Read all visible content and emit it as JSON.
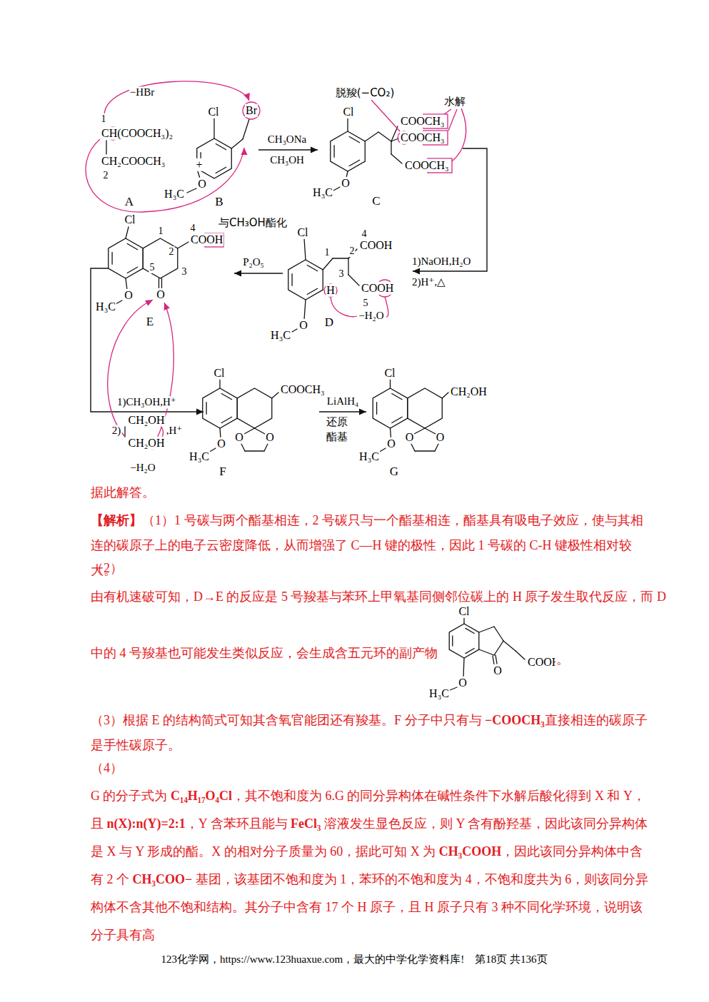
{
  "diagram": {
    "labels": [
      "−HBr",
      "1",
      "CH(COOCH₃)₂",
      "CH₂COOCH₃",
      "2",
      "A",
      "+",
      "Cl",
      "Br",
      "H₃C",
      "O",
      "B",
      "CH₃ONa",
      "CH₃OH",
      "脱羧(−CO₂)",
      "水解",
      "Cl",
      "COOCH₃",
      "COOCH₃",
      "COOCH₃",
      "H₃C",
      "O",
      "C",
      "1)NaOH,H₂O",
      "2)H⁺,△",
      "Cl",
      "1",
      "2",
      "4",
      "COOH",
      "3",
      "H",
      "COOH",
      "5",
      "−H₂O",
      "H₃C",
      "O",
      "D",
      "P₂O₅",
      "Cl",
      "1",
      "2",
      "4",
      "COOH",
      "与CH₃OH酯化",
      "5",
      "3",
      "O",
      "H₃C",
      "O",
      "E",
      "1)CH₃OH,H⁺",
      "CH₂OH",
      "2)",
      "CH₂OH",
      ",H⁺",
      "−H₂O",
      "Cl",
      "COOCH₃",
      "H₃C",
      "O",
      "O",
      "O",
      "F",
      "LiAlH₄",
      "还原",
      "酯基",
      "Cl",
      "CH₂OH",
      "H₃C",
      "O",
      "O",
      "O",
      "G",
      "据此解答。",
      "【解析】",
      "（1）1 号碳与两个酯基相连，2 号碳只与一个酯基相连，酯基具有吸电子效应，使与其相连的碳原子上的电子云密度降低，从而增强了 C—H 键的极性，因此 1 号碳的 C-H 键极性相对较大。",
      "（2）",
      "由有机速破可知，D→E 的反应是 5 号羧基与苯环上甲氧基同侧邻位碳上的 H 原子发生取代反应，而 D",
      "中的 4 号羧基也可能发生类似反应，会生成含五元环的副产物",
      "Cl",
      "O",
      "COOH",
      "H₃C",
      "O",
      "。",
      "（3）根据 E 的结构简式可知其含氧官能团还有羧基。F 分子中只有与 ",
      "−COOCH₃",
      "直接相连的碳原子是手性碳原子。",
      "（4）",
      "G 的分子式为 ",
      "C₁₄H₁₇O₄Cl",
      "，其不饱和度为 6.G 的同分异构体在碱性条件下水解后酸化得到 X 和 Y，且 ",
      "n(X):n(Y)=2:1",
      "，Y 含苯环且能与 ",
      "FeCl₃",
      " 溶液发生显色反应，则 Y 含有酚羟基，因此该同分异构体是 X 与 Y 形成的酯。X 的相对分子质量为 60，据此可知 X 为 ",
      "CH₃COOH",
      "，因此该同分异构体中含有 2 个 ",
      "CH₃COO−",
      " 基团，该基团不饱和度为 1，苯环的不饱和度为 4，不饱和度共为 6，则该同分异构体不含其他不饱和结构。其分子中含有 17 个 H 原子，且 H 原子只有 3 种不同化学环境，说明该分子具有高",
      "123化学网，https://www.123huaxue.com，最大的中学化学资料库!　第18页 共136页"
    ]
  }
}
